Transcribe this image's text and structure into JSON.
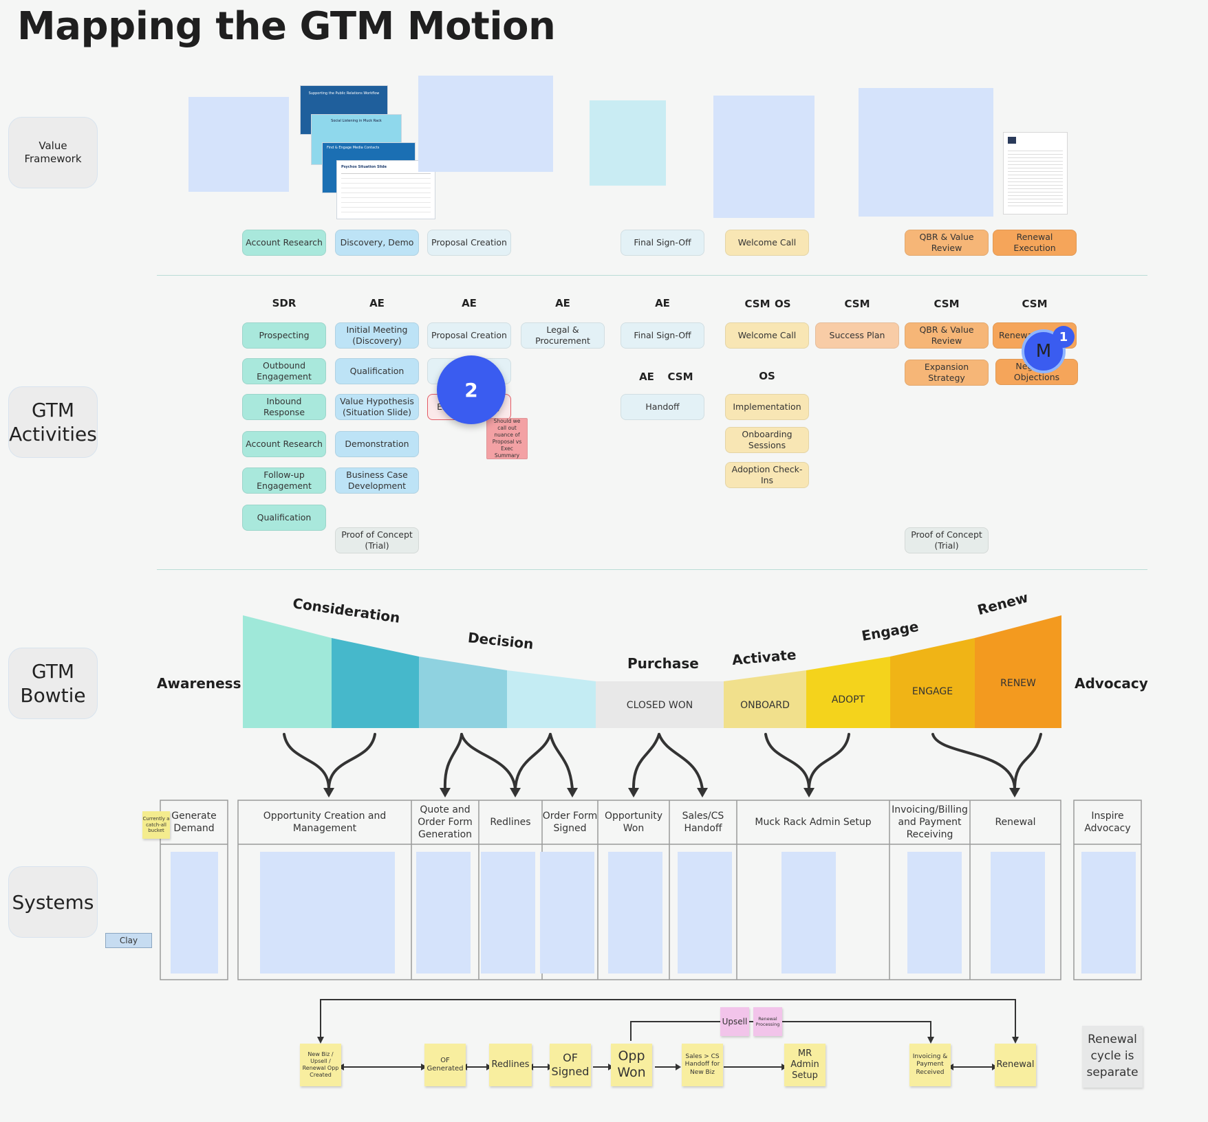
{
  "title": "Mapping the GTM Motion",
  "row_labels": {
    "value_framework": "Value Framework",
    "gtm_activities": "GTM Activities",
    "gtm_bowtie": "GTM Bowtie",
    "systems": "Systems"
  },
  "value_framework": {
    "slides": {
      "s1_title": "Supporting the Public Relations Workflow",
      "s2_title": "Social Listening in Muck Rack",
      "s3_title": "Find & Engage Media Contacts",
      "s4_title": "Psychos Situation Slide"
    },
    "tags": [
      "Account Research",
      "Discovery, Demo",
      "Proposal Creation",
      "Final Sign-Off",
      "Welcome Call",
      "QBR & Value Review",
      "Renewal Execution"
    ]
  },
  "activities": {
    "roles": {
      "sdr": "SDR",
      "ae1": "AE",
      "ae2": "AE",
      "ae3": "AE",
      "ae4": "AE",
      "csm_os_csm": "CSM",
      "csm_os_os": "OS",
      "csm1": "CSM",
      "csm2": "CSM",
      "csm3": "CSM",
      "ae_h": "AE",
      "csm_h": "CSM",
      "os_h": "OS"
    },
    "sdr": [
      "Prospecting",
      "Outbound Engagement",
      "Inbound Response",
      "Account Research",
      "Follow-up Engagement",
      "Qualification"
    ],
    "ae_discovery": [
      "Initial Meeting (Discovery)",
      "Qualification",
      "Value Hypothesis (Situation Slide)",
      "Demonstration",
      "Business Case Development",
      "Proof of Concept (Trial)"
    ],
    "ae_proposal": [
      "Proposal Creation",
      "N",
      "Exec Summary"
    ],
    "ae_legal": "Legal & Procurement",
    "ae_final": "Final Sign-Off",
    "handoff": "Handoff",
    "welcome": "Welcome Call",
    "os": [
      "Implementation",
      "Onboarding Sessions",
      "Adoption Check-Ins"
    ],
    "success_plan": "Success Plan",
    "csm_qbr": [
      "QBR & Value Review",
      "Expansion Strategy",
      "Proof of Concept (Trial)"
    ],
    "csm_renew": [
      "Renewal",
      "Negotiate Objections"
    ],
    "comment_note": "Should we call out nuance of Proposal vs Exec Summary",
    "cursor_2": "2",
    "cursor_m": "M",
    "cursor_badge": "1"
  },
  "bowtie": {
    "stages": [
      "Awareness",
      "Consideration",
      "Decision",
      "Purchase",
      "Activate",
      "Engage",
      "Renew",
      "Advocacy"
    ],
    "bands": [
      "CLOSED WON",
      "ONBOARD",
      "ADOPT",
      "ENGAGE",
      "RENEW"
    ],
    "colors": {
      "awareness": "#9fe8d9",
      "consideration": "#46b8cb",
      "decision1": "#8fd2e0",
      "decision2": "#c4ecf3",
      "purchase": "#e8e8e8",
      "onboard": "#f1e08c",
      "adopt": "#f4d31c",
      "engage": "#f0b416",
      "renew": "#f39a1f"
    }
  },
  "systems": {
    "columns": [
      "Generate Demand",
      "Opportunity Creation and Management",
      "Quote and Order Form Generation",
      "Redlines",
      "Order Form Signed",
      "Opportunity Won",
      "Sales/CS Handoff",
      "Muck Rack Admin Setup",
      "Invoicing/Billing and Payment Receiving",
      "Renewal",
      "Inspire Advocacy"
    ],
    "catch_all_note": "Currently a catch-all bucket",
    "clay_label": "Clay"
  },
  "flow": {
    "nodes": [
      "New Biz / Upsell / Renewal Opp Created",
      "OF Generated",
      "Redlines",
      "OF Signed",
      "Opp Won",
      "Sales > CS Handoff for New Biz",
      "MR Admin Setup",
      "Invoicing & Payment Received",
      "Renewal"
    ],
    "pinks": [
      "Upsell",
      "Renewal Processing"
    ],
    "note": "Renewal cycle is separate"
  }
}
